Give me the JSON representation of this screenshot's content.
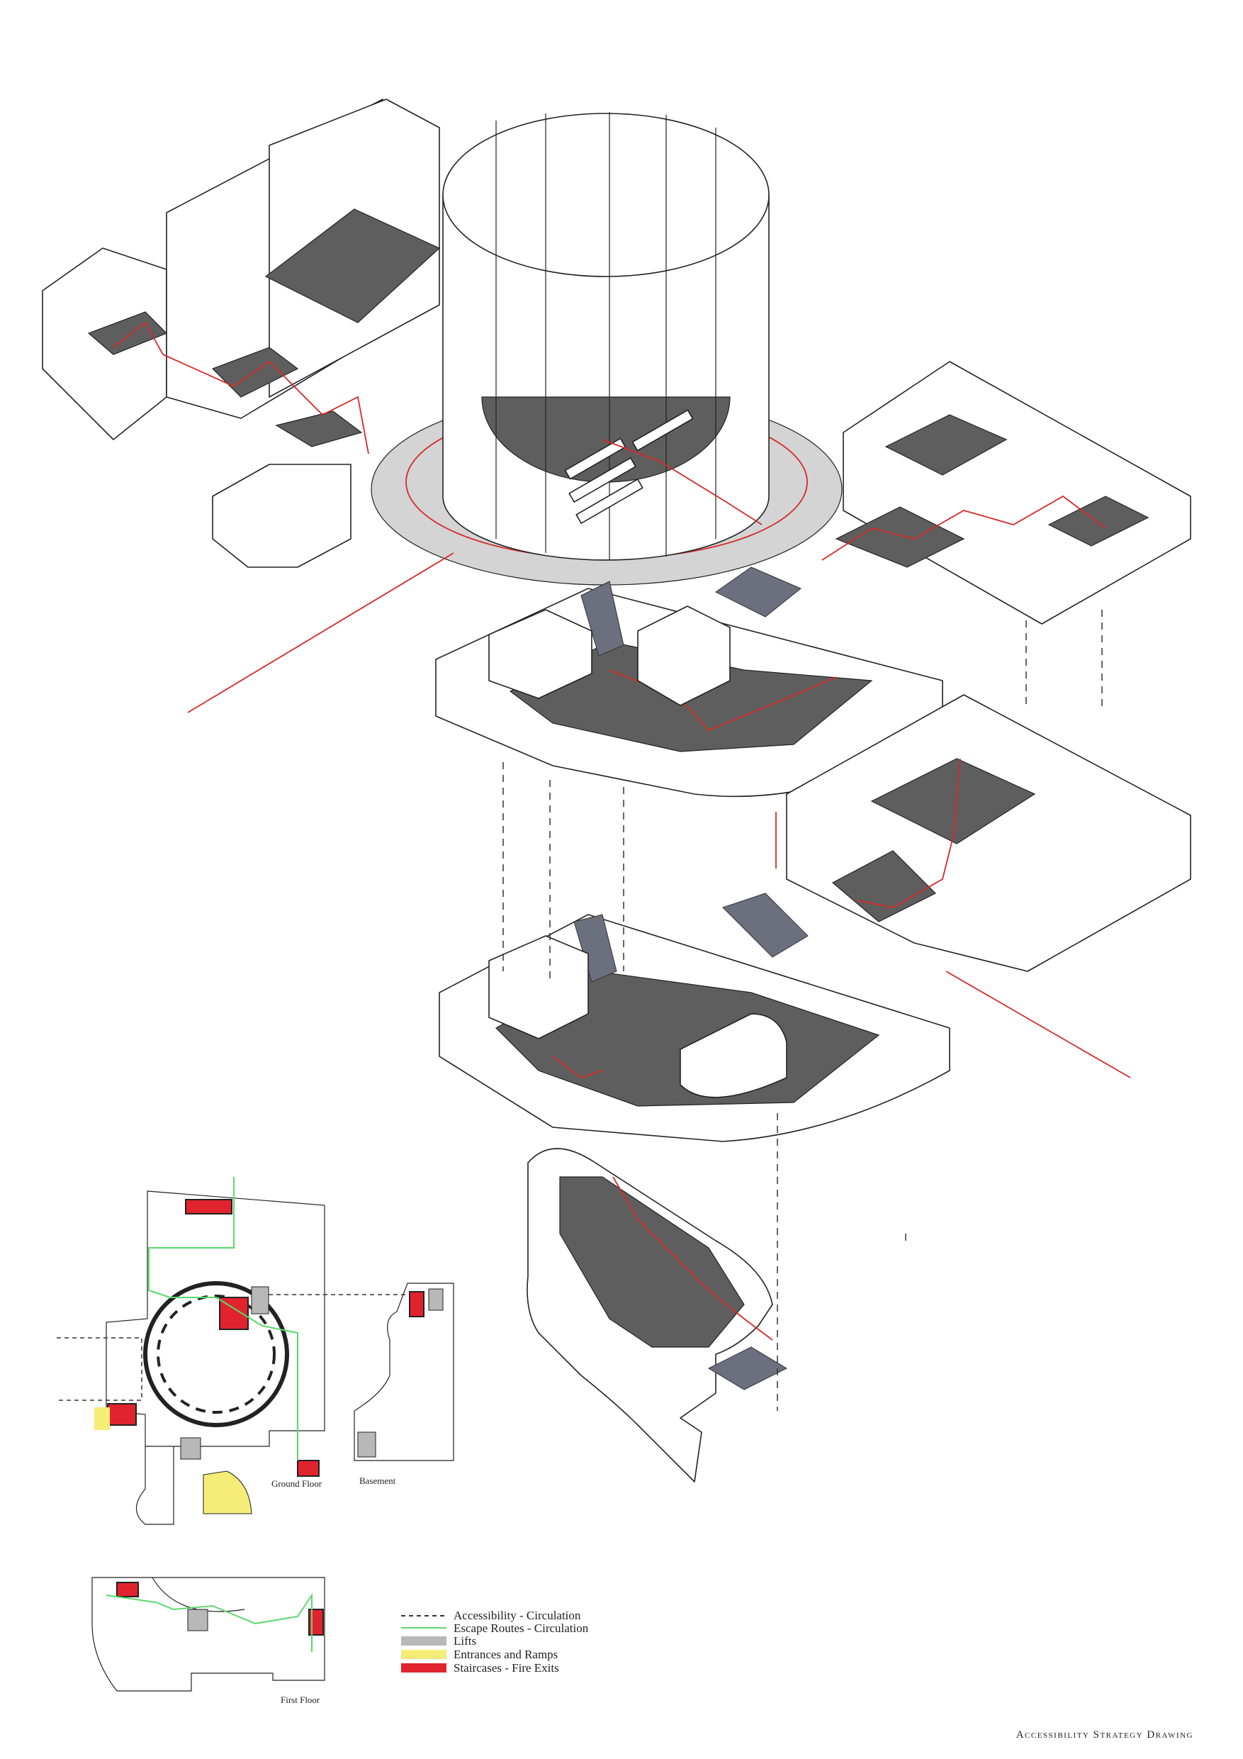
{
  "caption": "Accessibility Strategy Drawing",
  "plan_labels": {
    "basement": "Basement",
    "ground_floor": "Ground Floor",
    "first_floor": "First Floor"
  },
  "legend": [
    {
      "label": "Accessibility - Circulation",
      "swatch": "dashed",
      "color": "#333333"
    },
    {
      "label": "Escape Routes - Circulation",
      "swatch": "line",
      "color": "#59d96b"
    },
    {
      "label": "Lifts",
      "swatch": "fill",
      "color": "#b8b8b8"
    },
    {
      "label": "Entrances and Ramps",
      "swatch": "fill",
      "color": "#f6ec78"
    },
    {
      "label": "Staircases - Fire Exits",
      "swatch": "fill",
      "color": "#e1232e"
    }
  ],
  "colors": {
    "floor": "#5e5e5e",
    "wall": "#ffffff",
    "outline": "#222222",
    "escape_route_axo": "#d42a2a",
    "lift_shaft": "#6b6f7e",
    "ring": "#d4d4d4"
  }
}
